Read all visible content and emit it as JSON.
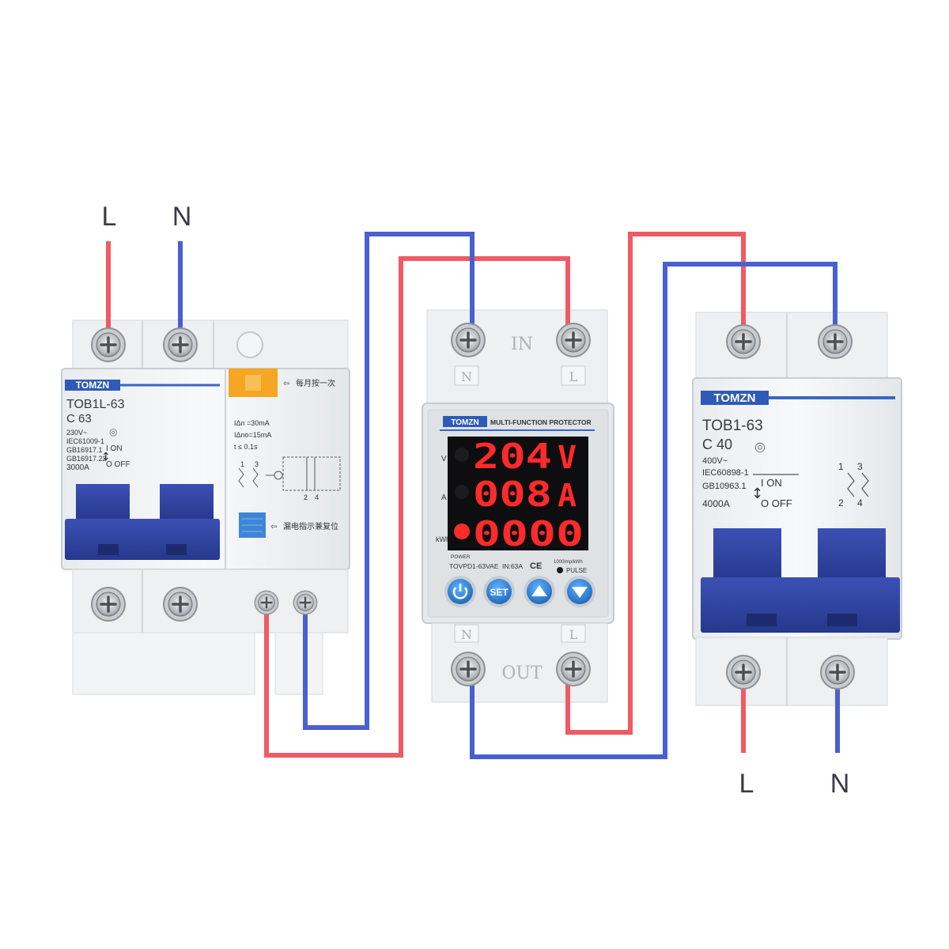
{
  "colors": {
    "line_wire": "#f05a64",
    "neutral_wire": "#4a5fd0",
    "breaker_handle": "#2f43a0",
    "brand_blue": "#2f5bb6",
    "display_red": "#ff2a2a",
    "button_blue": "#2a7fd6"
  },
  "supply_labels": {
    "line": "L",
    "neutral": "N"
  },
  "output_labels": {
    "line": "L",
    "neutral": "N"
  },
  "rccb": {
    "brand": "TOMZN",
    "model": "TOB1L-63",
    "rating": "C 63",
    "spec_lines": [
      "230V~",
      "IEC61009-1",
      "GB16917.1",
      "GB16917.22",
      "3000A"
    ],
    "on_label": "I ON",
    "off_label": "O OFF",
    "test_note": "每月按一次",
    "reset_note": "漏电指示兼复位",
    "leak_specs": [
      "IΔn =30mA",
      "IΔno=15mA",
      "t  ≤ 0.1s"
    ],
    "terminal_marks": [
      "1",
      "3",
      "2",
      "4"
    ]
  },
  "protector": {
    "brand": "TOMZN",
    "title": "MULTI-FUNCTION PROTECTOR",
    "in_label": "IN",
    "out_label": "OUT",
    "n_mark": "N",
    "l_mark": "L",
    "voltage_reading": "204",
    "voltage_unit": "V",
    "current_reading": "008",
    "current_unit": "A",
    "energy_reading": "0000",
    "row_label_v": "V",
    "row_label_a": "A",
    "row_label_kwh": "kWh",
    "power_label": "POWER",
    "model": "TOVPD1-63VAE",
    "current_rating": "IN:63A",
    "ce_mark": "CE",
    "pulse_rate": "1000imp/kWh",
    "pulse_label": "PULSE",
    "buttons": {
      "power": "power",
      "set": "SET",
      "up": "up",
      "down": "down"
    }
  },
  "mcb": {
    "brand": "TOMZN",
    "model": "TOB1-63",
    "rating": "C 40",
    "spec_lines": [
      "400V~",
      "IEC60898-1",
      "GB10963.1",
      "4000A"
    ],
    "on_label": "I ON",
    "off_label": "O OFF",
    "terminal_marks": [
      "1",
      "3",
      "2",
      "4"
    ]
  }
}
